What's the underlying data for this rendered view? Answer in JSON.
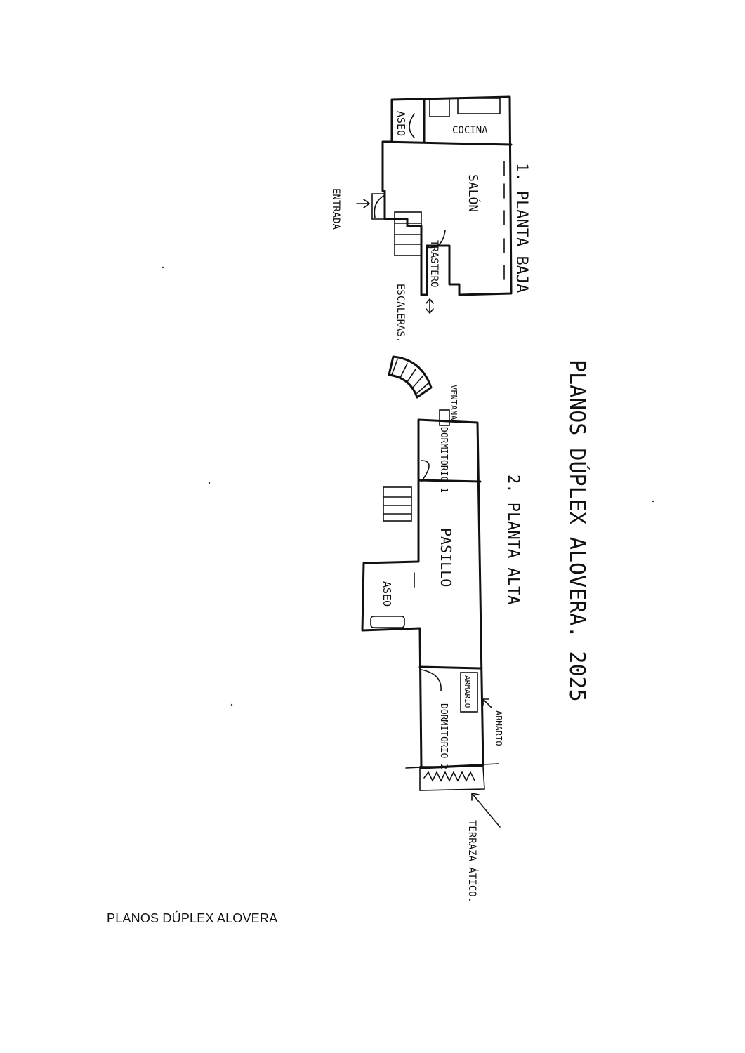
{
  "title_sketch": "PLANOS DÚPLEX ALOVERA. 2025",
  "floor1": {
    "heading": "1. PLANTA BAJA",
    "rooms": {
      "aseo": "ASEO",
      "cocina": "COCINA",
      "salon": "SALÓN",
      "trastero": "TRASTERO"
    },
    "entrada": "ENTRADA",
    "escaleras": "ESCALERAS."
  },
  "floor2": {
    "heading": "2. PLANTA ALTA",
    "rooms": {
      "dormitorio_a": "DORMITORIO 1",
      "pasillo": "PASILLO",
      "aseo": "ASEO",
      "dormitorio_b": "DORMITORIO 2",
      "armario_label": "ARMARIO"
    },
    "ventana": "VENTANA",
    "armario": "ARMARIO",
    "terraza": "TERRAZA ÁTICO."
  },
  "caption": "PLANOS DÚPLEX ALOVERA"
}
